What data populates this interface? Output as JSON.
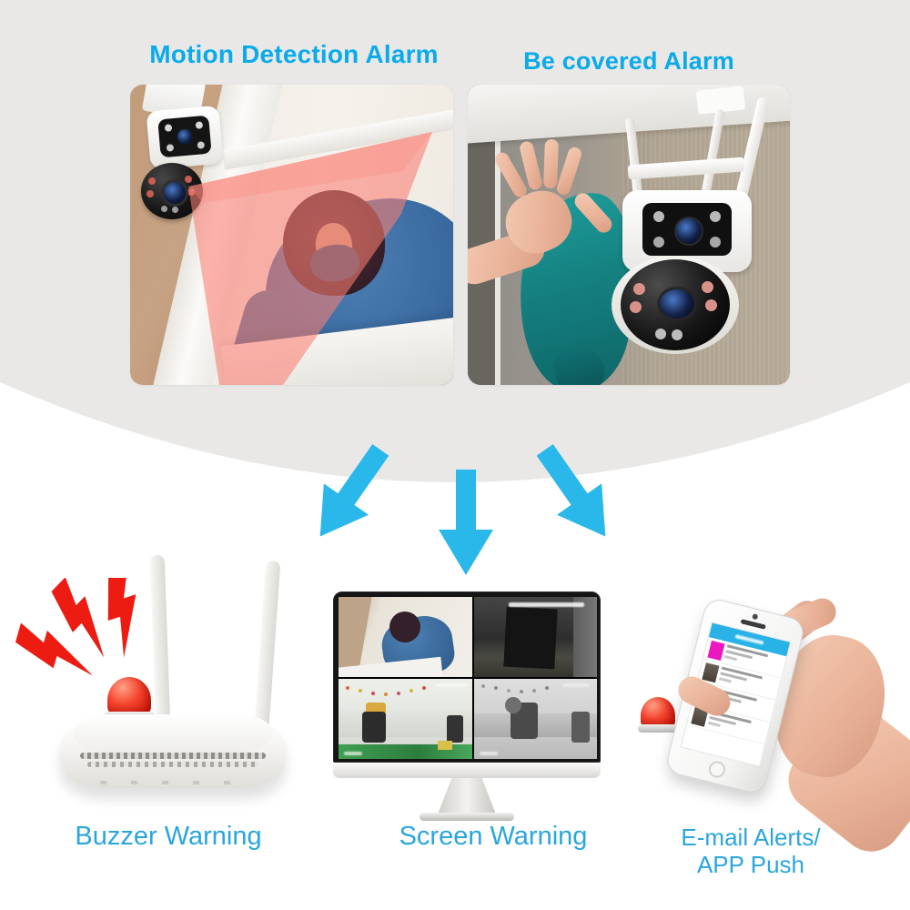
{
  "colors": {
    "background": "#ffffff",
    "hero_background": "#e9e8e7",
    "title_blue": "#0aabe8",
    "label_blue": "#29a6dd",
    "arrow_blue": "#2ab7ea",
    "alert_red": "#e8150d",
    "beam_red": "#f97d72",
    "cloth_teal": "#158180",
    "phone_header_blue": "#29b2e6",
    "phone_thumb_magenta": "#ec17c0"
  },
  "hero": {
    "motion": {
      "title": "Motion Detection Alarm"
    },
    "covered": {
      "title": "Be covered Alarm"
    }
  },
  "alerts": {
    "buzzer": {
      "label": "Buzzer Warning"
    },
    "screen": {
      "label": "Screen Warning"
    },
    "email": {
      "line1": "E-mail Alerts/",
      "line2": "APP Push"
    }
  },
  "icons": {
    "down_arrow": "down-arrow-solid",
    "diag_left_arrow": "down-left-arrow-solid",
    "diag_right_arrow": "down-right-arrow-solid",
    "lightning_bolt": "red-zigzag-bolt",
    "alarm_beacon": "red-dome-beacon",
    "security_camera": "dual-lens-ptz-camera",
    "router": "two-antenna-wifi-router",
    "monitor": "desktop-monitor-quad-cctv",
    "smartphone": "smartphone-notification-list"
  }
}
